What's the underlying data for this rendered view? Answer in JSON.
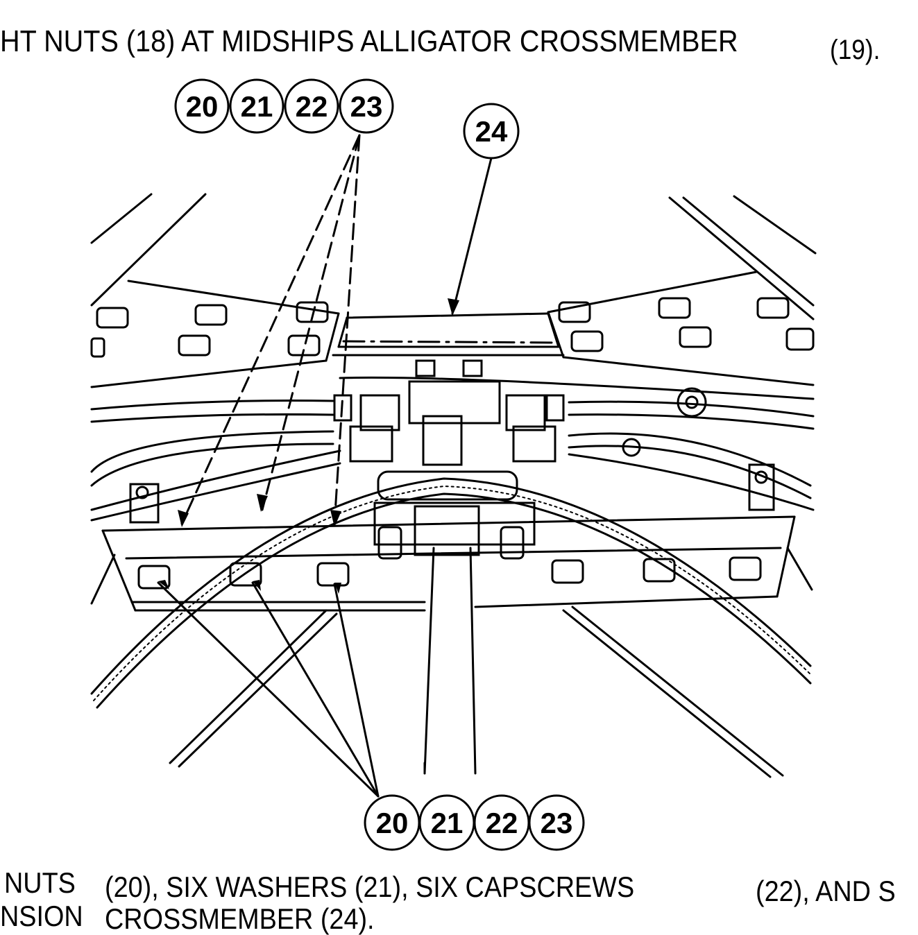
{
  "instruction_top": {
    "main": "HT NUTS (18) AT MIDSHIPS ALLIGATOR CROSSMEMBER",
    "end": "(19)."
  },
  "callouts_top": [
    "20",
    "21",
    "22",
    "23"
  ],
  "callout_single": "24",
  "callouts_bottom": [
    "20",
    "21",
    "22",
    "23"
  ],
  "instruction_bottom": {
    "line1_start": "NUTS",
    "line1_mid": "(20), SIX WASHERS (21), SIX CAPSCREWS",
    "line1_end": "(22),  AND S",
    "line2_start": "NSION",
    "line2_mid": "CROSSMEMBER  (24)."
  }
}
